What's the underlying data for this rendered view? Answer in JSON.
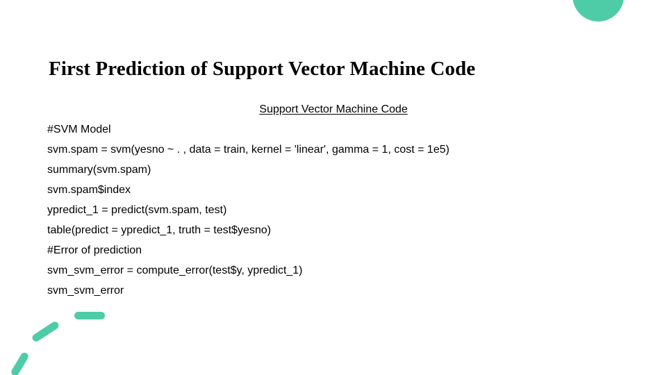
{
  "slide": {
    "title": "First Prediction of Support Vector Machine Code",
    "subtitle": "Support Vector Machine Code",
    "code_lines": [
      "#SVM Model",
      "svm.spam = svm(yesno ~ . , data = train, kernel = 'linear', gamma = 1, cost = 1e5)",
      "summary(svm.spam)",
      "svm.spam$index",
      "ypredict_1 = predict(svm.spam, test)",
      "table(predict = ypredict_1, truth = test$yesno)",
      "#Error of prediction",
      "svm_svm_error = compute_error(test$y, ypredict_1)",
      "svm_svm_error"
    ]
  },
  "decor": {
    "accent_color": "#4ECCA8",
    "background_color": "#FFFFFF",
    "text_color": "#000000",
    "shapes": [
      "half-circle-top-right",
      "pill-bar-horizontal",
      "pill-bar-diagonal-upper",
      "pill-bar-diagonal-lower"
    ]
  }
}
